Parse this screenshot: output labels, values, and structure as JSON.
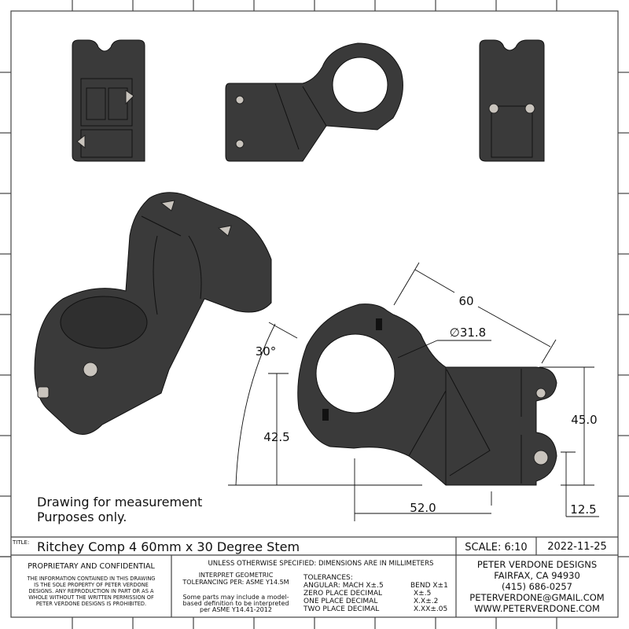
{
  "note": {
    "line1": "Drawing for measurement",
    "line2": "Purposes only."
  },
  "dimensions": {
    "reach": "60",
    "clamp_diameter": "∅31.8",
    "angle": "30°",
    "stack_height": "42.5",
    "steerer_clamp_height": "45.0",
    "horizontal_offset": "52.0",
    "bolt_offset": "12.5"
  },
  "title_block": {
    "title_label": "TITLE:",
    "title": "Ritchey Comp 4 60mm x 30 Degree Stem",
    "scale": "SCALE: 6:10",
    "date": "2022-11-25",
    "proprietary_heading": "PROPRIETARY AND CONFIDENTIAL",
    "proprietary_lines": [
      "THE INFORMATION CONTAINED IN THIS DRAWING",
      "IS THE SOLE PROPERTY OF PETER VERDONE",
      "DESIGNS.  ANY  REPRODUCTION IN PART OR AS A",
      "WHOLE WITHOUT THE WRITTEN PERMISSION OF",
      "PETER VERDONE DESIGNS IS PROHIBITED."
    ],
    "units_note": "UNLESS OTHERWISE SPECIFIED: DIMENSIONS ARE IN MILLIMETERS",
    "gdt_lines": [
      "INTERPRET GEOMETRIC",
      "TOLERANCING PER: ASME Y14.5M"
    ],
    "mbd_lines": [
      "Some parts may include a model-",
      "based definition to be interpreted",
      "per ASME Y14.41-2012"
    ],
    "tolerances_heading": "TOLERANCES:",
    "tolerances": [
      {
        "label": "ANGULAR: MACH X±.5",
        "value": "BEND X±1"
      },
      {
        "label": "ZERO PLACE DECIMAL",
        "value": "X±.5"
      },
      {
        "label": "ONE PLACE DECIMAL",
        "value": "X.X±.2"
      },
      {
        "label": "TWO PLACE DECIMAL",
        "value": "X.XX±.05"
      }
    ],
    "company": {
      "name": "PETER VERDONE DESIGNS",
      "city": "FAIRFAX, CA 94930",
      "phone": "(415) 686-0257",
      "email": "PETERVERDONE@GMAIL.COM",
      "web": "WWW.PETERVERDONE.COM"
    }
  }
}
